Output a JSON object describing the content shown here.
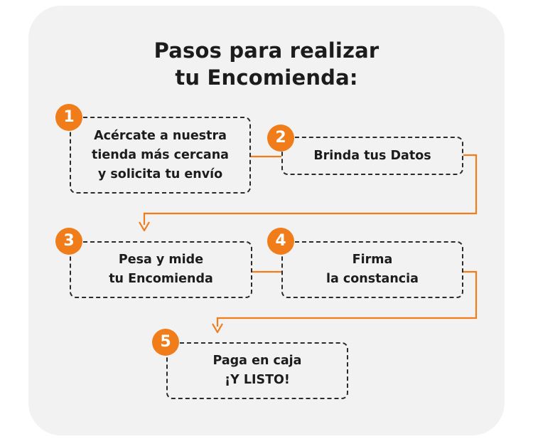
{
  "title": {
    "line1": "Pasos para realizar",
    "line2": "tu Encomienda:"
  },
  "accent_color": "#f07c1a",
  "steps": [
    {
      "number": "1",
      "lines": [
        "Acércate a nuestra",
        "tienda más cercana",
        "y solicita tu envío"
      ]
    },
    {
      "number": "2",
      "lines": [
        "Brinda tus Datos"
      ]
    },
    {
      "number": "3",
      "lines": [
        "Pesa y mide",
        "tu Encomienda"
      ]
    },
    {
      "number": "4",
      "lines": [
        "Firma",
        "la constancia"
      ]
    },
    {
      "number": "5",
      "lines": [
        "Paga en caja",
        "¡Y LISTO!"
      ]
    }
  ]
}
